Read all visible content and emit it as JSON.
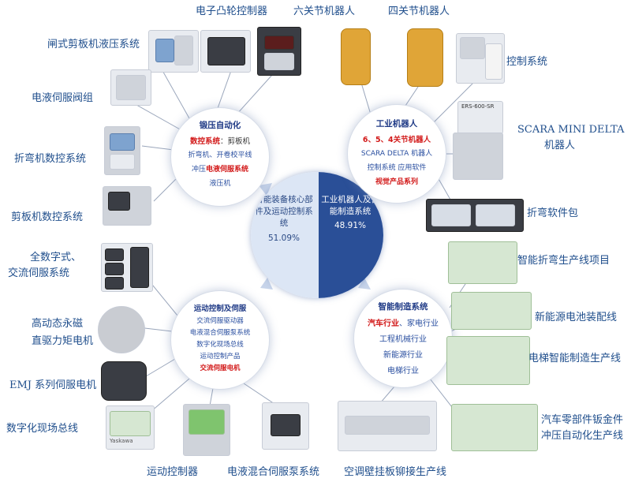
{
  "hub": {
    "left_text": "智能装备核心部件及运动控制系统",
    "left_pct": "51.09%",
    "right_text": "工业机器人及智能制造系统",
    "right_pct": "48.91%",
    "left_fraction": 0.5109,
    "colors": {
      "left": "#dce6f5",
      "right": "#2a4f97"
    }
  },
  "forging": {
    "title": "锻压自动化",
    "row1_red": "数控系统",
    "row1_rest": "：剪板机",
    "row2": "折弯机、开卷校平线",
    "row3_a": "冲压",
    "row3_red": "电液伺服系统",
    "row4": "液压机"
  },
  "robot": {
    "title": "工业机器人",
    "row1_red": "6、5、4关节机器人",
    "row2": "SCARA DELTA 机器人",
    "row3": "控制系统 应用软件",
    "row4_red": "视觉产品系列"
  },
  "motion": {
    "title": "运动控制及伺服",
    "items": [
      "交流伺服驱动器",
      "电液混合伺服泵系统",
      "数字化现场总线",
      "运动控制产品"
    ],
    "last_red": "交流伺服电机"
  },
  "manufacturing": {
    "title": "智能制造系统",
    "row1_red": "汽车行业",
    "row1_rest": "、家电行业",
    "row2": "工程机械行业",
    "row3": "新能源行业",
    "row4": "电梯行业"
  },
  "labels": {
    "cam_controller": "电子凸轮控制器",
    "six_axis": "六关节机器人",
    "four_axis": "四关节机器人",
    "control_system": "控制系统",
    "gate_shear": "闸式剪板机液压系统",
    "servo_valve": "电液伺服阀组",
    "scara_line1": "SCARA MINI DELTA",
    "scara_line2": "机器人",
    "press_brake_cnc": "折弯机数控系统",
    "bending_software": "折弯软件包",
    "shear_cnc": "剪板机数控系统",
    "digital_servo_line1": "全数字式、",
    "digital_servo_line2": "交流伺服系统",
    "smart_bending": "智能折弯生产线项目",
    "pm_motor_line1": "高动态永磁",
    "pm_motor_line2": "直驱力矩电机",
    "battery_line": "新能源电池装配线",
    "emj_motor": "EMJ 系列伺服电机",
    "elevator_line": "电梯智能制造生产线",
    "fieldbus": "数字化现场总线",
    "auto_parts_line1": "汽车零部件钣金件",
    "auto_parts_line2": "冲压自动化生产线",
    "motion_controller": "运动控制器",
    "hybrid_pump": "电液混合伺服泵系统",
    "ac_weld_line": "空调壁挂板铆接生产线",
    "ers_tag": "ERS-600-SR",
    "yaskawa_tag": "Yaskawa"
  }
}
